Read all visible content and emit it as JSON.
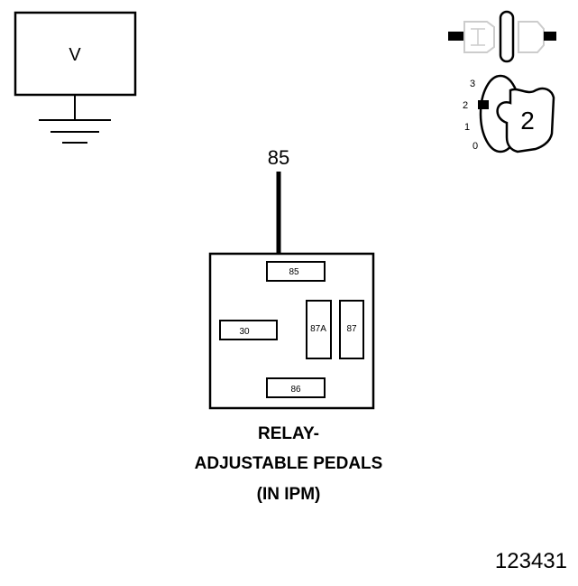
{
  "meter": {
    "label": "V"
  },
  "ignition": {
    "positions": [
      "3",
      "2",
      "1",
      "0"
    ],
    "current_position": "2"
  },
  "probe": {
    "pin_label": "85"
  },
  "relay": {
    "pins": {
      "p85": "85",
      "p30": "30",
      "p87a": "87A",
      "p87": "87",
      "p86": "86"
    },
    "caption_line1": "RELAY-",
    "caption_line2": "ADJUSTABLE PEDALS",
    "caption_line3": "(IN IPM)"
  },
  "figure_id": "123431"
}
